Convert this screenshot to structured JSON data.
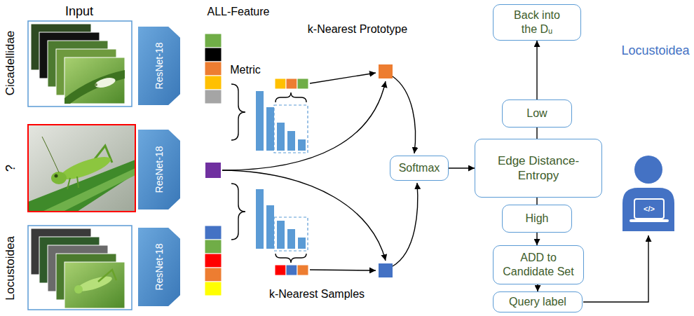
{
  "diagram": {
    "nodes": [
      {
        "text": [
          "ResNet-18"
        ]
      },
      {
        "text": [
          "ResNet-18"
        ]
      },
      {
        "text": [
          "ResNet-18"
        ]
      },
      {
        "text": [
          "Softmax"
        ]
      },
      {
        "text": [
          "Back into the Dᵤ"
        ]
      },
      {
        "text": [
          "Low"
        ]
      },
      {
        "text": [
          "Edge Distance-Entropy"
        ]
      },
      {
        "text": [
          "High"
        ]
      },
      {
        "text": [
          "ADD to Candidate Set"
        ]
      },
      {
        "text": [
          "Query label"
        ]
      }
    ],
    "edges": [
      {
        "from": 3,
        "to": 6,
        "arrow": "to"
      },
      {
        "from": 6,
        "to": 5,
        "arrow": "none"
      },
      {
        "from": 5,
        "to": 4,
        "arrow": "to"
      },
      {
        "from": 6,
        "to": 7,
        "arrow": "none"
      },
      {
        "from": 7,
        "to": 8,
        "arrow": "to"
      },
      {
        "from": 8,
        "to": 9,
        "arrow": "to"
      }
    ],
    "labels": [
      "Input",
      "Cicadellidae",
      "?",
      "Locustoidea",
      "ALL-Feature",
      "Metric",
      "k-Nearest Prototype",
      "k-Nearest Samples",
      "</>",
      "Locustoidea"
    ]
  }
}
